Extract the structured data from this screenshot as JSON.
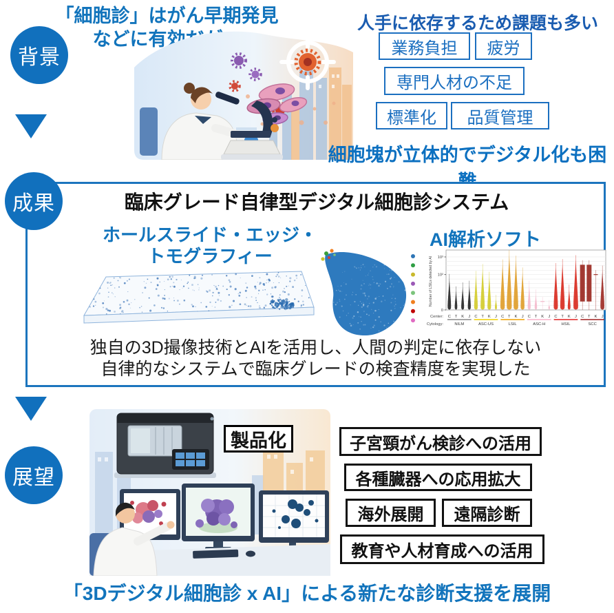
{
  "colors": {
    "primary_blue": "#1170BD",
    "title_blue": "#1274BC",
    "heading_navy": "#1A5CB0",
    "note_blue": "#0C70C0",
    "issue_blue": "#1B6FC0"
  },
  "background": {
    "badge": "背景",
    "title_line1": "「細胞診」はがん早期発見",
    "title_line2": "などに有効だが…",
    "issues_heading": "人手に依存するため課題も多い",
    "issues": [
      "業務負担",
      "疲労",
      "専門人材の不足",
      "標準化",
      "品質管理"
    ],
    "note": "細胞塊が立体的でデジタル化も困難"
  },
  "results": {
    "badge": "成果",
    "system_title": "臨床グレード自律型デジタル細胞診システム",
    "tech_label_line1": "ホールスライド・エッジ・",
    "tech_label_line2": "トモグラフィー",
    "ai_label": "AI解析ソフト",
    "summary_line1": "独自の3D撮像技術とAIを活用し、人間の判定に依存しない",
    "summary_line2": "自律的なシステムで臨床グレードの検査精度を実現した",
    "umap_legend_colors": [
      "#2E75B6",
      "#2F9E44",
      "#C9B92B",
      "#9B59B6",
      "#7CC47C",
      "#F07F1F",
      "#C00000",
      "#E06BC2"
    ]
  },
  "outlook": {
    "badge": "展望",
    "product_label": "製品化",
    "applications": [
      "子宮頸がん検診への活用",
      "各種臓器への応用拡大",
      "海外展開",
      "遠隔診断",
      "教育や人材育成への活用"
    ],
    "footer": "「3Dデジタル細胞診 x AI」による新たな診断支援を展開"
  },
  "chart_data": {
    "type": "violin",
    "title": "",
    "ylabel": "Number of LSILs detected by AI",
    "yscale": "log",
    "ylim": [
      0,
      1000
    ],
    "yticks": [
      [
        "0",
        1
      ],
      [
        "10²",
        100
      ],
      [
        "10³",
        1000
      ]
    ],
    "center_label": "Center:",
    "cytology_label": "Cytology:",
    "centers": [
      "C",
      "T",
      "K",
      "J"
    ],
    "groups": [
      {
        "cytology": "NILM",
        "color": "#2a2a2a",
        "underline": "#8a8a8a",
        "max_values": [
          60,
          12,
          20,
          25
        ],
        "shapes": [
          "violin",
          "violin",
          "violin",
          "violin"
        ]
      },
      {
        "cytology": "ASC-US",
        "color": "#d4cc30",
        "underline": "#f0d000",
        "max_values": [
          90,
          220,
          80,
          4
        ],
        "shapes": [
          "violin",
          "violin",
          "violin",
          "violin"
        ]
      },
      {
        "cytology": "LSIL",
        "color": "#dfa02e",
        "underline": "#f0a000",
        "max_values": [
          400,
          1300,
          650,
          140
        ],
        "shapes": [
          "violin",
          "violin",
          "violin",
          "violin"
        ]
      },
      {
        "cytology": "ASC-H",
        "color": "#f4bccd",
        "underline": "#f8b0c8",
        "max_values": [
          25,
          8,
          3,
          2
        ],
        "shapes": [
          "violin",
          "violin",
          "line",
          "violin"
        ]
      },
      {
        "cytology": "HSIL",
        "color": "#d92f23",
        "underline": "#e02020",
        "max_values": [
          250,
          420,
          15,
          700
        ],
        "shapes": [
          "violin",
          "violin",
          "violin",
          "violin"
        ]
      },
      {
        "cytology": "SCC",
        "color": "#9e2f28",
        "underline": "#a02020",
        "max_values": [
          360,
          360,
          100,
          180
        ],
        "shapes": [
          "box",
          "box",
          "line",
          "violin"
        ]
      }
    ]
  }
}
